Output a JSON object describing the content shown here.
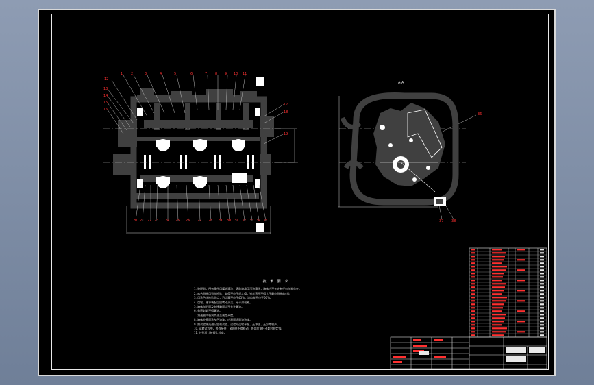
{
  "drawing": {
    "view_label": "A-A",
    "left_callouts_top": [
      "1",
      "2",
      "3",
      "4",
      "5",
      "6",
      "7",
      "8",
      "9",
      "10",
      "11",
      "12"
    ],
    "left_callouts_side": [
      "13",
      "14",
      "15",
      "16"
    ],
    "right_callouts": [
      "17",
      "18",
      "19"
    ],
    "left_callouts_bottom": [
      "20",
      "21",
      "22",
      "23",
      "24",
      "25",
      "26",
      "27",
      "28",
      "29",
      "30",
      "31",
      "32",
      "33",
      "34",
      "35"
    ],
    "section_callouts": [
      "36",
      "37",
      "38"
    ]
  },
  "notes": {
    "title": "技 术 要 求",
    "items": [
      "1. 装配前，所有零件用煤油清洗，滚动轴承用汽油清洗，箱体内不允许有任何杂物存在。",
      "2. 啮合侧隙用铅丝检验，其值不小于规定值，铅丝直径不得大于最小侧隙的4倍。",
      "3. 用涂色法检验斑点，沿齿高不小于45%，沿齿长不小于60%。",
      "4. 齿轮、轴承装配后应转动灵活，无卡滞现象。",
      "5. 箱体剖分面及各接触面均不允许漏油。",
      "6. 各密封处不得漏油。",
      "7. 减速器内装润滑油至规定高度。",
      "8. 箱体外表面涂灰色油漆，内表面涂耐油油漆。",
      "9. 按试验规范进行空载试验，试验时运转平稳，无冲击、无异常噪声。",
      "10. 运转过程中，各连接件、紧固件不得松动，各部位温升不超过规定值。",
      "11. 外形尺寸按规定检查。"
    ]
  },
  "title_block": {
    "rows": 26
  }
}
